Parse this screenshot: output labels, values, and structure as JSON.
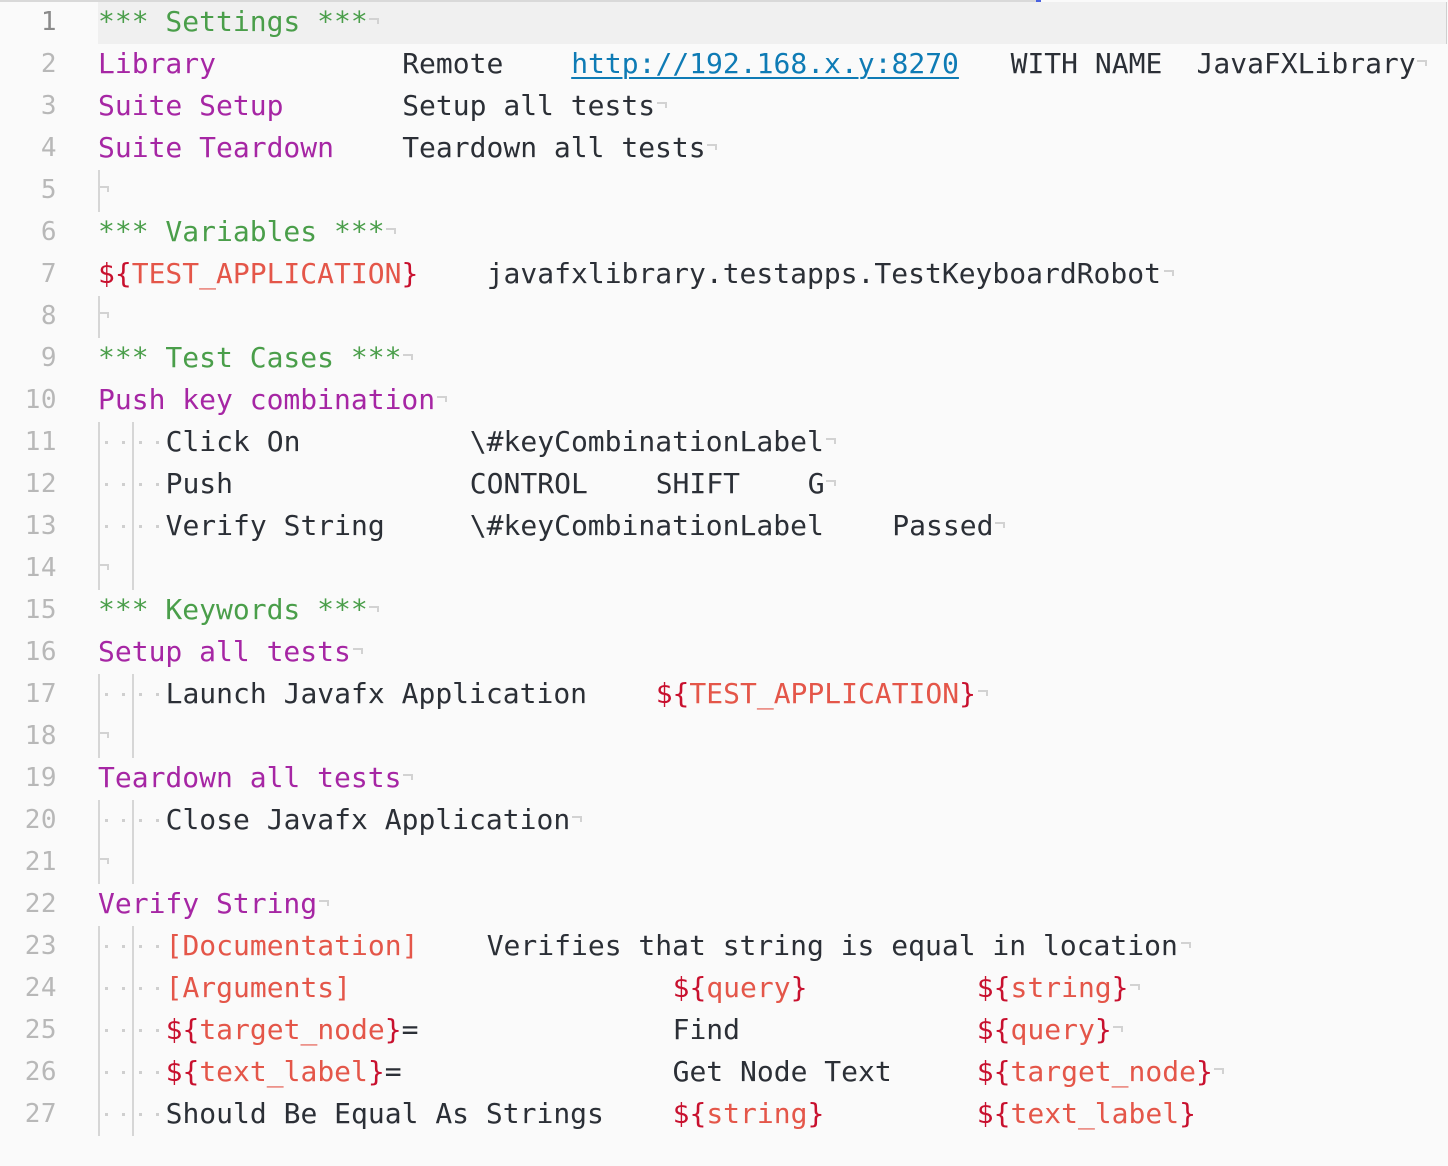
{
  "editor": {
    "char_width": 16.9,
    "active_line": 1,
    "colors": {
      "background": "#fafafa",
      "active_line": "#f0f0f0",
      "section_header": "#4a9e4a",
      "setting_keyword": "#a626a4",
      "variable": "#e45649",
      "variable_brace": "#c8102e",
      "link": "#0e7bb5",
      "text": "#2b2f36",
      "gutter": "#b8b8b8"
    },
    "lines": [
      {
        "n": "1",
        "indent": 0,
        "eol": true,
        "tokens": [
          {
            "col": 0,
            "type": "section",
            "text": "*** Settings ***"
          }
        ]
      },
      {
        "n": "2",
        "indent": 0,
        "eol": true,
        "tokens": [
          {
            "col": 0,
            "type": "setting",
            "text": "Library"
          },
          {
            "col": 18,
            "type": "plain",
            "text": "Remote"
          },
          {
            "col": 28,
            "type": "link",
            "text": "http://192.168.x.y:8270"
          },
          {
            "col": 54,
            "type": "plain",
            "text": "WITH NAME"
          },
          {
            "col": 65,
            "type": "plain",
            "text": "JavaFXLibrary"
          }
        ]
      },
      {
        "n": "3",
        "indent": 0,
        "eol": true,
        "tokens": [
          {
            "col": 0,
            "type": "setting",
            "text": "Suite Setup"
          },
          {
            "col": 18,
            "type": "plain",
            "text": "Setup all tests"
          }
        ]
      },
      {
        "n": "4",
        "indent": 0,
        "eol": true,
        "tokens": [
          {
            "col": 0,
            "type": "setting",
            "text": "Suite Teardown"
          },
          {
            "col": 18,
            "type": "plain",
            "text": "Teardown all tests"
          }
        ]
      },
      {
        "n": "5",
        "indent": 0,
        "eol": true,
        "tokens": []
      },
      {
        "n": "6",
        "indent": 0,
        "eol": true,
        "tokens": [
          {
            "col": 0,
            "type": "section",
            "text": "*** Variables ***"
          }
        ]
      },
      {
        "n": "7",
        "indent": 0,
        "eol": true,
        "tokens": [
          {
            "col": 0,
            "type": "var",
            "text": "TEST_APPLICATION"
          },
          {
            "col": 23,
            "type": "plain",
            "text": "javafxlibrary.testapps.TestKeyboardRobot"
          }
        ]
      },
      {
        "n": "8",
        "indent": 0,
        "eol": true,
        "tokens": []
      },
      {
        "n": "9",
        "indent": 0,
        "eol": true,
        "tokens": [
          {
            "col": 0,
            "type": "section",
            "text": "*** Test Cases ***"
          }
        ]
      },
      {
        "n": "10",
        "indent": 0,
        "eol": true,
        "tokens": [
          {
            "col": 0,
            "type": "name",
            "text": "Push key combination"
          }
        ]
      },
      {
        "n": "11",
        "indent": 4,
        "eol": true,
        "tokens": [
          {
            "col": 4,
            "type": "plain",
            "text": "Click On"
          },
          {
            "col": 22,
            "type": "plain",
            "text": "\\#keyCombinationLabel"
          }
        ]
      },
      {
        "n": "12",
        "indent": 4,
        "eol": true,
        "tokens": [
          {
            "col": 4,
            "type": "plain",
            "text": "Push"
          },
          {
            "col": 22,
            "type": "plain",
            "text": "CONTROL"
          },
          {
            "col": 33,
            "type": "plain",
            "text": "SHIFT"
          },
          {
            "col": 42,
            "type": "plain",
            "text": "G"
          }
        ]
      },
      {
        "n": "13",
        "indent": 4,
        "eol": true,
        "tokens": [
          {
            "col": 4,
            "type": "plain",
            "text": "Verify String"
          },
          {
            "col": 22,
            "type": "plain",
            "text": "\\#keyCombinationLabel"
          },
          {
            "col": 47,
            "type": "plain",
            "text": "Passed"
          }
        ]
      },
      {
        "n": "14",
        "indent": 0,
        "eol": true,
        "tokens": []
      },
      {
        "n": "15",
        "indent": 0,
        "eol": true,
        "tokens": [
          {
            "col": 0,
            "type": "section",
            "text": "*** Keywords ***"
          }
        ]
      },
      {
        "n": "16",
        "indent": 0,
        "eol": true,
        "tokens": [
          {
            "col": 0,
            "type": "name",
            "text": "Setup all tests"
          }
        ]
      },
      {
        "n": "17",
        "indent": 4,
        "eol": true,
        "tokens": [
          {
            "col": 4,
            "type": "plain",
            "text": "Launch Javafx Application"
          },
          {
            "col": 33,
            "type": "var",
            "text": "TEST_APPLICATION"
          }
        ]
      },
      {
        "n": "18",
        "indent": 0,
        "eol": true,
        "tokens": []
      },
      {
        "n": "19",
        "indent": 0,
        "eol": true,
        "tokens": [
          {
            "col": 0,
            "type": "name",
            "text": "Teardown all tests"
          }
        ]
      },
      {
        "n": "20",
        "indent": 4,
        "eol": true,
        "tokens": [
          {
            "col": 4,
            "type": "plain",
            "text": "Close Javafx Application"
          }
        ]
      },
      {
        "n": "21",
        "indent": 0,
        "eol": true,
        "tokens": []
      },
      {
        "n": "22",
        "indent": 0,
        "eol": true,
        "tokens": [
          {
            "col": 0,
            "type": "name",
            "text": "Verify String"
          }
        ]
      },
      {
        "n": "23",
        "indent": 4,
        "eol": true,
        "tokens": [
          {
            "col": 4,
            "type": "meta",
            "text": "[Documentation]"
          },
          {
            "col": 23,
            "type": "plain",
            "text": "Verifies that string is equal in location"
          }
        ]
      },
      {
        "n": "24",
        "indent": 4,
        "eol": true,
        "tokens": [
          {
            "col": 4,
            "type": "meta",
            "text": "[Arguments]"
          },
          {
            "col": 34,
            "type": "var",
            "text": "query"
          },
          {
            "col": 52,
            "type": "var",
            "text": "string"
          }
        ]
      },
      {
        "n": "25",
        "indent": 4,
        "eol": true,
        "tokens": [
          {
            "col": 4,
            "type": "var",
            "text": "target_node",
            "suffix": "="
          },
          {
            "col": 34,
            "type": "plain",
            "text": "Find"
          },
          {
            "col": 52,
            "type": "var",
            "text": "query"
          }
        ]
      },
      {
        "n": "26",
        "indent": 4,
        "eol": true,
        "tokens": [
          {
            "col": 4,
            "type": "var",
            "text": "text_label",
            "suffix": "="
          },
          {
            "col": 34,
            "type": "plain",
            "text": "Get Node Text"
          },
          {
            "col": 52,
            "type": "var",
            "text": "target_node"
          }
        ]
      },
      {
        "n": "27",
        "indent": 4,
        "eol": false,
        "tokens": [
          {
            "col": 4,
            "type": "plain",
            "text": "Should Be Equal As Strings"
          },
          {
            "col": 34,
            "type": "var",
            "text": "string"
          },
          {
            "col": 52,
            "type": "var",
            "text": "text_label"
          }
        ]
      }
    ],
    "indent_guides": [
      {
        "from": 5,
        "to": 5,
        "col": 0
      },
      {
        "from": 8,
        "to": 8,
        "col": 0
      },
      {
        "from": 11,
        "to": 14,
        "col": 0
      },
      {
        "from": 11,
        "to": 14,
        "col": 2
      },
      {
        "from": 17,
        "to": 18,
        "col": 0
      },
      {
        "from": 17,
        "to": 18,
        "col": 2
      },
      {
        "from": 20,
        "to": 21,
        "col": 0
      },
      {
        "from": 20,
        "to": 21,
        "col": 2
      },
      {
        "from": 23,
        "to": 27,
        "col": 0
      },
      {
        "from": 23,
        "to": 27,
        "col": 2
      }
    ]
  }
}
